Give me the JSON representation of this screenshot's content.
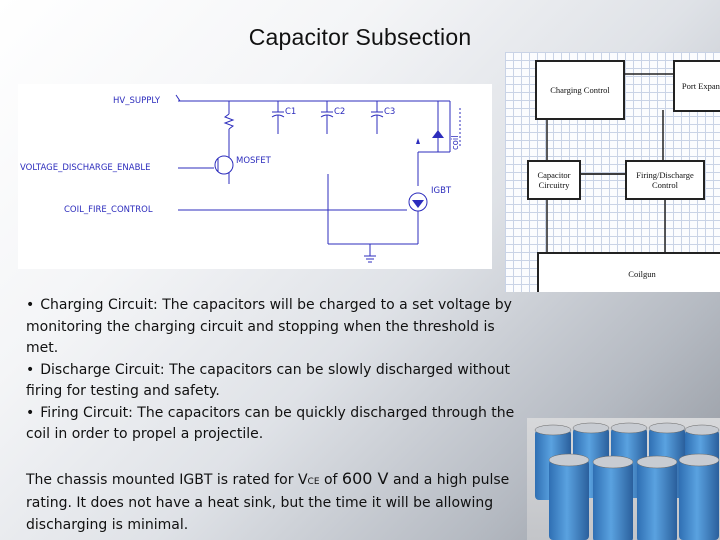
{
  "slide": {
    "title": "Capacitor Subsection"
  },
  "schematic": {
    "hv_supply": "HV_SUPPLY",
    "c1": "C1",
    "c2": "C2",
    "c3": "C3",
    "coil": "coil",
    "mosfet": "MOSFET",
    "voltage_discharge_enable": "VOLTAGE_DISCHARGE_ENABLE",
    "coil_fire_control": "COIL_FIRE_CONTROL",
    "igbt": "IGBT"
  },
  "block_diagram": {
    "charging_control": "Charging Control",
    "port_expansion": "Port Expansion",
    "capacitor_circuitry": "Capacitor Circuitry",
    "firing_discharge_control": "Firing/Discharge Control",
    "coilgun": "Coilgun"
  },
  "bullets": [
    {
      "marker": "•",
      "text": "Charging Circuit:  The capacitors will be charged to a set voltage by monitoring the charging circuit and stopping when the threshold is met."
    },
    {
      "marker": "•",
      "text": "Discharge Circuit: The capacitors can be slowly discharged without firing for testing and safety."
    },
    {
      "marker": "•",
      "text": "Firing Circuit: The capacitors can be quickly discharged through the coil in order to propel a projectile."
    }
  ],
  "paragraph": {
    "before": "The chassis mounted IGBT is rated for V",
    "subscript": "CE",
    "after_value": " of ",
    "value": "600 V",
    "after": " and a high pulse rating.  It does not have a heat sink, but the time it will be allowing discharging is minimal."
  },
  "colors": {
    "schematic_wire": "#2d2dbd",
    "capacitor_blue": "#3f86c9"
  }
}
